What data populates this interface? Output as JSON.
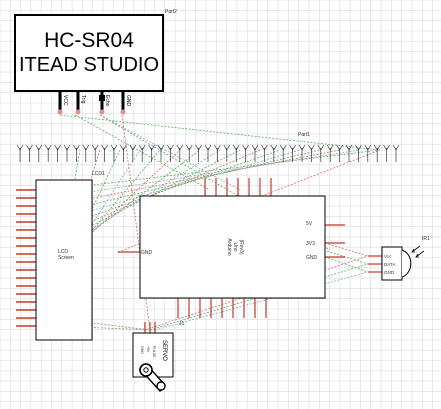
{
  "sensor": {
    "title_line1": "HC-SR04",
    "title_line2": "ITEAD STUDIO",
    "part_label": "Part2",
    "pins": [
      "VCC",
      "Trig",
      "Echo",
      "GND"
    ]
  },
  "header_row": {
    "part_label": "Part1"
  },
  "lcd": {
    "label": "LCD1",
    "title_line1": "LCD",
    "title_line2": "Screen"
  },
  "arduino": {
    "title_line1": "Arduino",
    "title_line2": "Uno",
    "title_line3": "(Rev3)",
    "left_pin": "GND",
    "right_pins": [
      "5V",
      "3V3",
      "GND"
    ]
  },
  "ir": {
    "label": "IR1",
    "pins": [
      "Vcc",
      "DATA",
      "GND"
    ]
  },
  "servo": {
    "label": "J1",
    "body_label": "SERVO",
    "pins": [
      "GND",
      "+5V",
      "PULSE"
    ]
  },
  "colors": {
    "wire_green": "#5cae5c",
    "wire_red": "#d86a6a",
    "wire_blue": "#8fa6c8",
    "pin_red": "#c0392b",
    "grid_line": "#d9dbe5"
  }
}
